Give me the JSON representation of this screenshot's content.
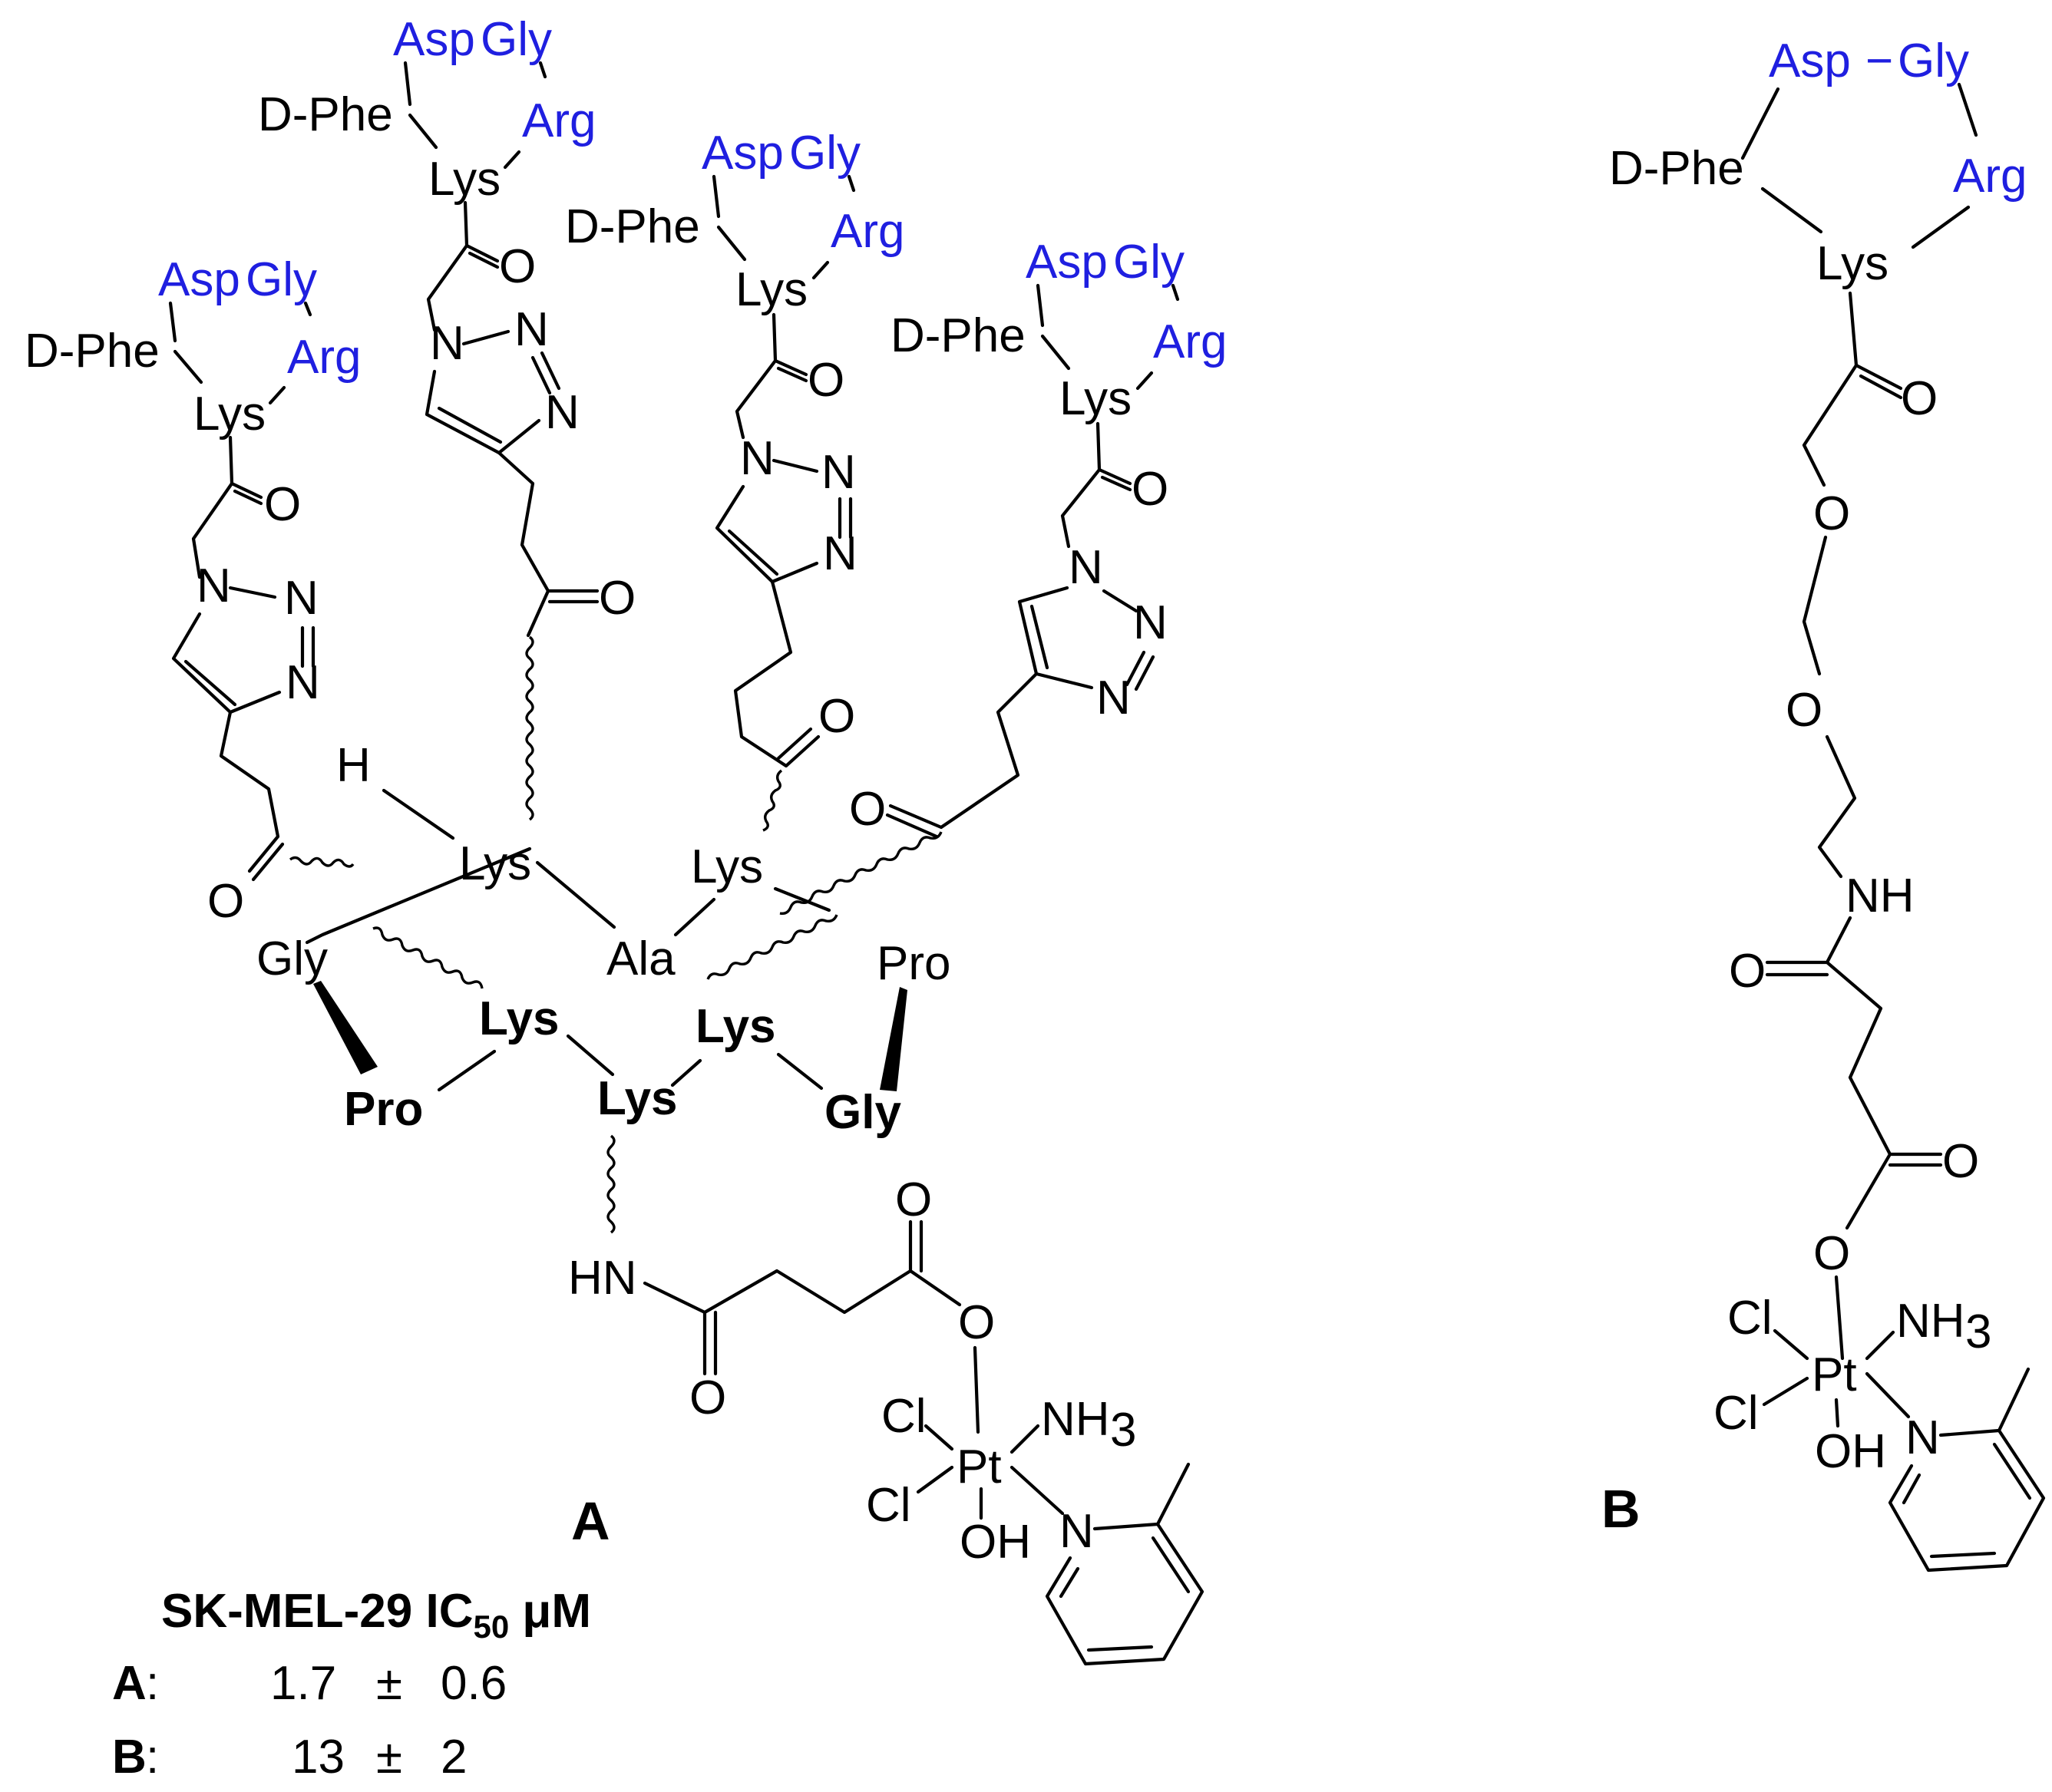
{
  "compound_A": {
    "label": "A",
    "peptide_blocks": [
      {
        "dphe": "D-Phe",
        "asp": "Asp",
        "gly": "Gly",
        "arg": "Arg",
        "lys": "Lys"
      },
      {
        "dphe": "D-Phe",
        "asp": "Asp",
        "gly": "Gly",
        "arg": "Arg",
        "lys": "Lys"
      },
      {
        "dphe": "D-Phe",
        "asp": "Asp",
        "gly": "Gly",
        "arg": "Arg",
        "lys": "Lys"
      },
      {
        "dphe": "D-Phe",
        "asp": "Asp",
        "gly": "Gly",
        "arg": "Arg",
        "lys": "Lys"
      }
    ],
    "atoms": {
      "O": "O",
      "N": "N",
      "H": "H",
      "HN": "HN",
      "Cl": "Cl",
      "Pt": "Pt",
      "NH": "NH",
      "OH": "OH",
      "sub3": "3"
    },
    "scaffold": {
      "lys_top_left": "Lys",
      "lys_top_right": "Lys",
      "ala": "Ala",
      "gly_left": "Gly",
      "pro_right": "Pro",
      "pro_bottom": "Pro",
      "lys_b1": "Lys",
      "lys_b2": "Lys",
      "lys_b3": "Lys",
      "gly_bottom": "Gly"
    }
  },
  "compound_B": {
    "label": "B",
    "peptide": {
      "dphe": "D-Phe",
      "asp": "Asp",
      "gly": "Gly",
      "arg": "Arg",
      "lys": "Lys",
      "dash": "−"
    }
  },
  "activity_table": {
    "title_prefix": "SK-MEL-29  IC",
    "title_sub": "50",
    "title_unit": " μM",
    "rows": [
      {
        "compound": "A",
        "sep": " :",
        "value": "1.7",
        "pm": "±",
        "error": "0.6"
      },
      {
        "compound": "B",
        "sep": " :",
        "value": "13",
        "pm": "±",
        "error": "2"
      }
    ]
  },
  "colors": {
    "peptide_blue": "#1f1fe0",
    "ink": "#000000"
  }
}
